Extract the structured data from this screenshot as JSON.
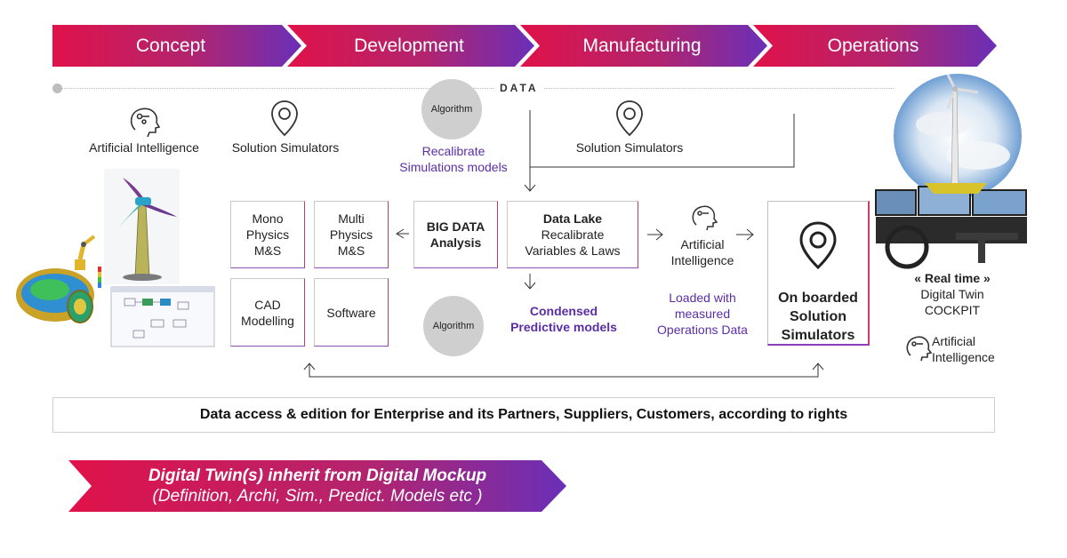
{
  "phases": [
    "Concept",
    "Development",
    "Manufacturing",
    "Operations"
  ],
  "data_label": "DATA",
  "left": {
    "ai_label": "Artificial Intelligence",
    "sim_label": "Solution Simulators"
  },
  "algorithm_top": "Algorithm",
  "recalibrate": [
    "Recalibrate",
    "Simulations models"
  ],
  "sim_right_label": "Solution Simulators",
  "boxes": {
    "mono": [
      "Mono",
      "Physics",
      "M&S"
    ],
    "multi": [
      "Multi",
      "Physics",
      "M&S"
    ],
    "cad": [
      "CAD",
      "Modelling"
    ],
    "software": "Software",
    "big_data": [
      "BIG DATA",
      "Analysis"
    ],
    "data_lake": [
      "Data Lake",
      "Recalibrate",
      "Variables & Laws"
    ]
  },
  "ai_middle": [
    "Artificial",
    "Intelligence"
  ],
  "onboard": [
    "On boarded",
    "Solution",
    "Simulators"
  ],
  "loaded": [
    "Loaded with",
    "measured",
    "Operations Data"
  ],
  "algorithm_bottom": "Algorithm",
  "condensed": [
    "Condensed",
    "Predictive models"
  ],
  "cockpit": {
    "realtime": "« Real time »",
    "line2": "Digital Twin",
    "line3": "COCKPIT"
  },
  "ai_right": [
    "Artificial",
    "Intelligence"
  ],
  "access": "Data access & edition for Enterprise and its Partners, Suppliers, Customers, according to rights",
  "banner": {
    "line1": "Digital Twin(s) inherit from Digital Mockup",
    "line2": "(Definition, Archi, Sim., Predict. Models etc )"
  },
  "colors": {
    "gradient_start": "#e0124a",
    "gradient_end": "#6a2fb8",
    "purple_text": "#5b2ea6",
    "pink_border": "#d33a6a"
  }
}
